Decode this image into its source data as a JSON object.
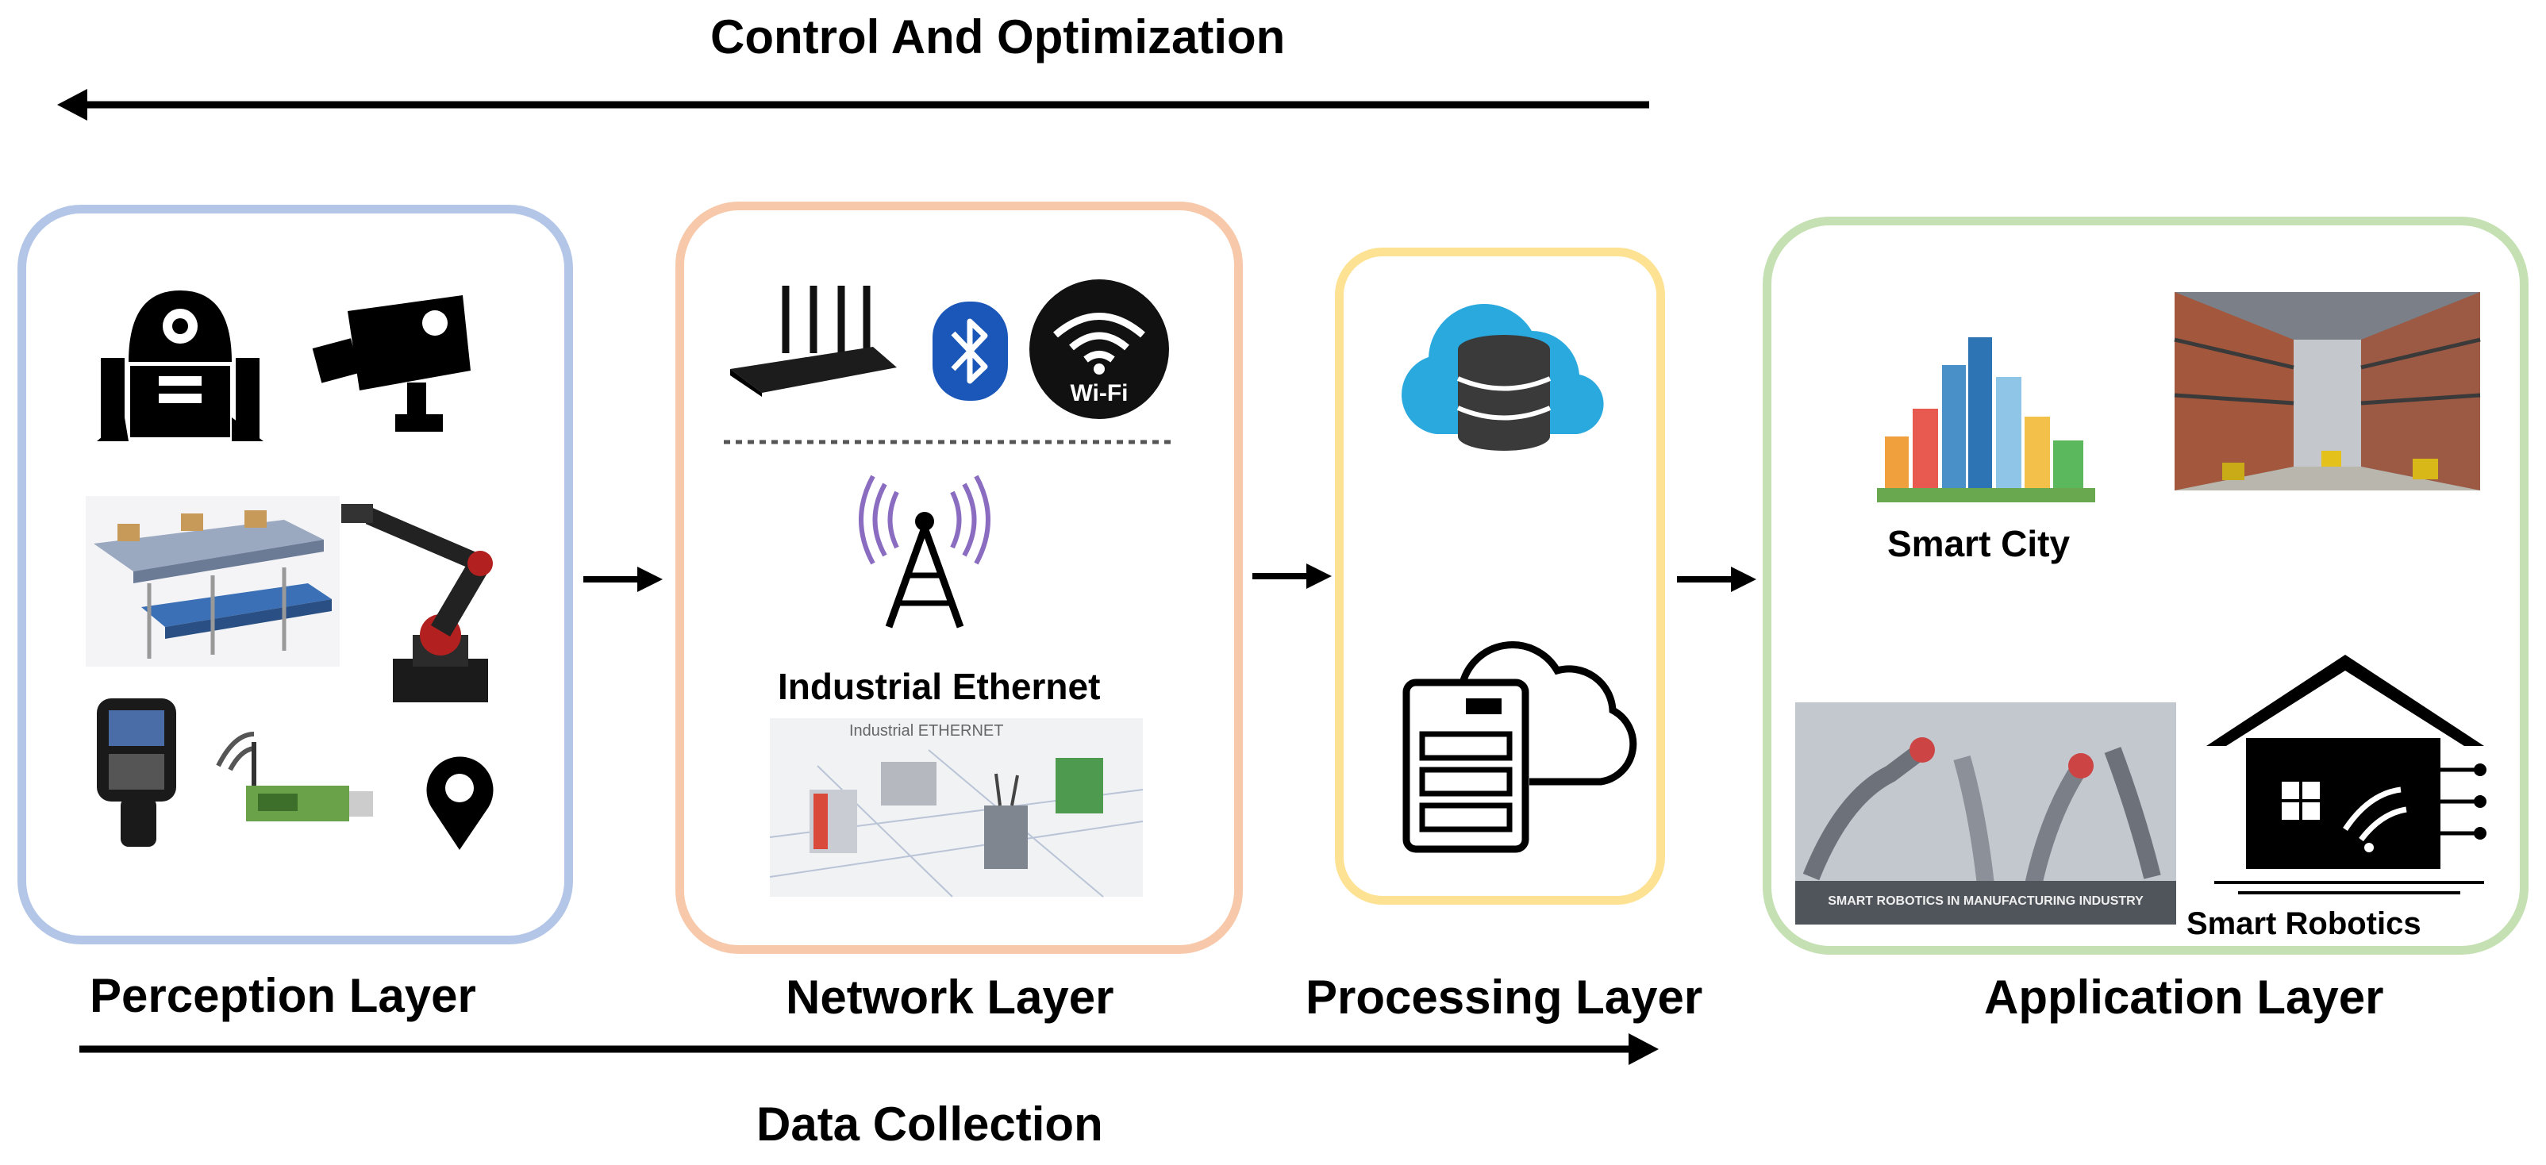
{
  "top_label": "Control And Optimization",
  "bottom_label": "Data Collection",
  "layers": {
    "perception": {
      "label": "Perception Layer",
      "color": "#b4c6e7"
    },
    "network": {
      "label": "Network Layer",
      "color": "#f7c9aa",
      "caption": "Industrial Ethernet",
      "wifi_text": "Wi-Fi",
      "photo_text": "Industrial ETHERNET"
    },
    "processing": {
      "label": "Processing Layer",
      "color": "#fde293"
    },
    "application": {
      "label": "Application Layer",
      "color": "#c5e0b3",
      "smart_city": "Smart City",
      "smart_robotics": "Smart Robotics",
      "photo_text": "SMART ROBOTICS IN MANUFACTURING INDUSTRY"
    }
  },
  "icons": {
    "perception": [
      "robot-icon",
      "security-camera-icon",
      "conveyor-belt-icon",
      "robotic-arm-icon",
      "barcode-scanner-icon",
      "rfid-reader-icon",
      "location-pin-icon"
    ],
    "network": [
      "router-icon",
      "bluetooth-icon",
      "wifi-icon",
      "antenna-tower-icon",
      "industrial-ethernet-photo"
    ],
    "processing": [
      "cloud-database-icon",
      "cloud-server-icon"
    ],
    "application": [
      "smart-city-icon",
      "warehouse-photo",
      "robotics-photo",
      "smart-home-icon"
    ]
  }
}
